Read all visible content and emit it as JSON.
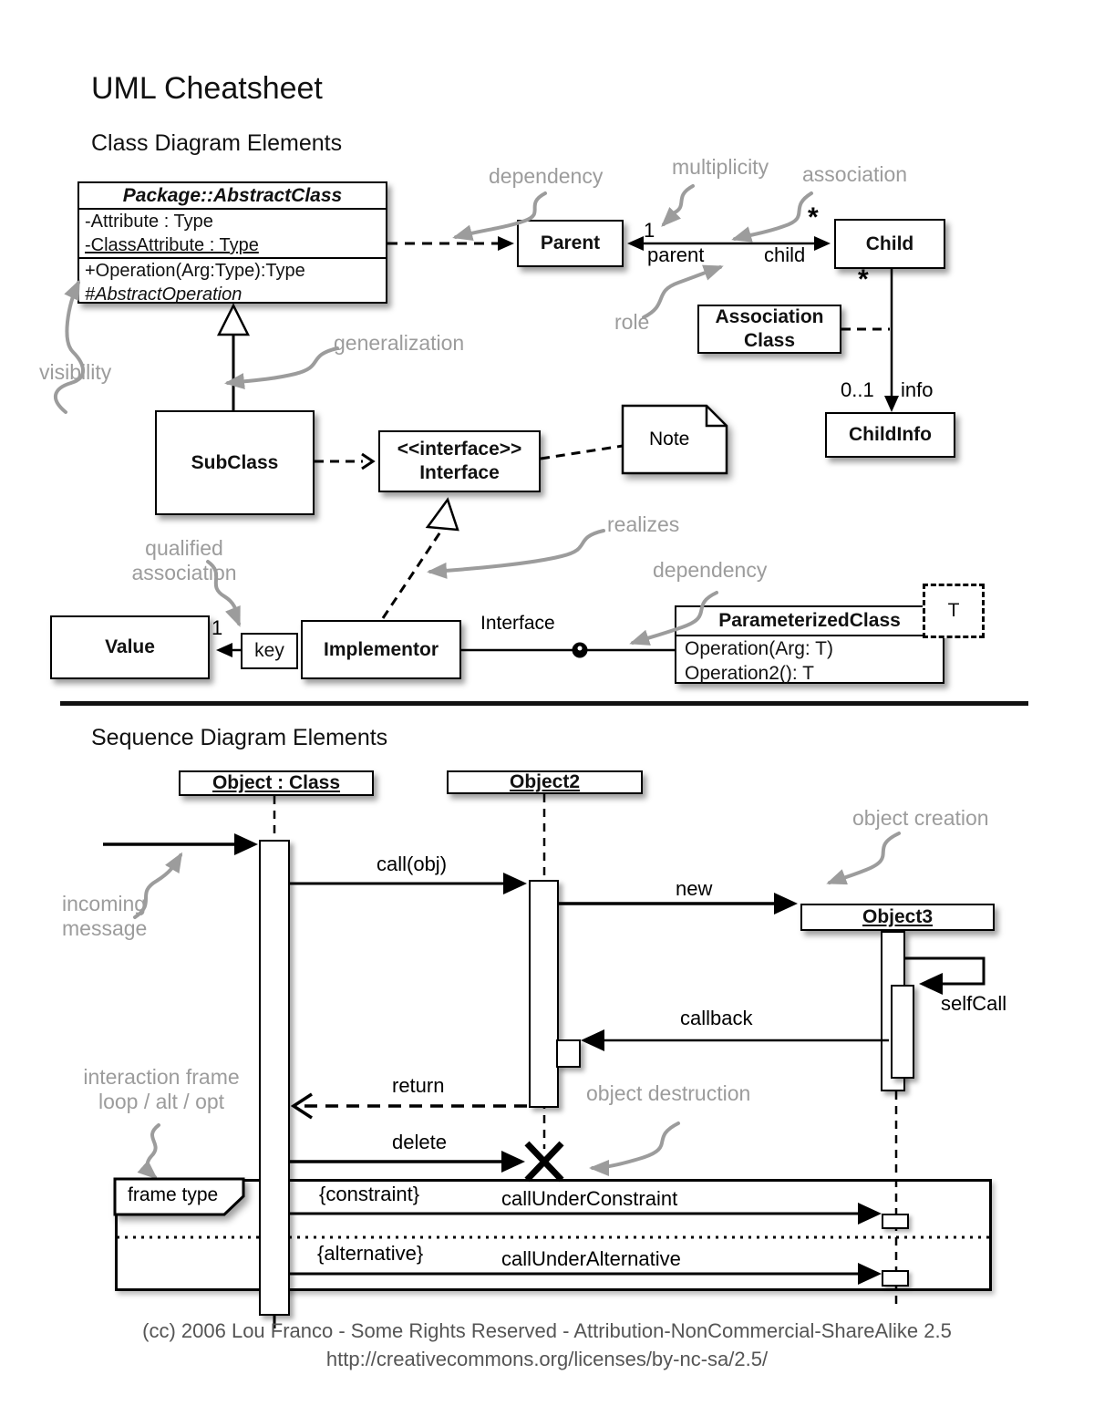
{
  "page": {
    "title": "UML Cheatsheet",
    "section1": "Class Diagram Elements",
    "section2": "Sequence Diagram Elements",
    "footer_line1": "(cc) 2006 Lou Franco - Some Rights Reserved - Attribution-NonCommercial-ShareAlike 2.5",
    "footer_line2": "http://creativecommons.org/licenses/by-nc-sa/2.5/"
  },
  "colors": {
    "ink": "#000000",
    "annotation_gray": "#9c9c9c",
    "footer_gray": "#555555",
    "background": "#ffffff"
  },
  "class_diagram": {
    "abstract_class": {
      "title": "Package::AbstractClass",
      "attr1": "-Attribute : Type",
      "attr2": "-ClassAttribute : Type",
      "op1": "+Operation(Arg:Type):Type",
      "op2": "#AbstractOperation"
    },
    "boxes": {
      "parent": "Parent",
      "child": "Child",
      "assoc_line1": "Association",
      "assoc_line2": "Class",
      "childinfo": "ChildInfo",
      "subclass": "SubClass",
      "iface_stereotype": "<<interface>>",
      "iface_name": "Interface",
      "note": "Note",
      "value": "Value",
      "key": "key",
      "implementor": "Implementor",
      "param_class": "ParameterizedClass",
      "param_op1": "Operation(Arg: T)",
      "param_op2": "Operation2(): T",
      "type_param": "T"
    },
    "multiplicities": {
      "one_top": "1",
      "star_top": "*",
      "star_child": "*",
      "zero_one": "0..1",
      "info": "info",
      "one_value": "1",
      "parent_role": "parent",
      "child_role": "child",
      "interface_label": "Interface"
    },
    "annotations": {
      "dependency_top": "dependency",
      "multiplicity": "multiplicity",
      "association": "association",
      "visibility": "visibility",
      "generalization": "generalization",
      "role": "role",
      "qualified_line1": "qualified",
      "qualified_line2": "association",
      "realizes": "realizes",
      "dependency_bottom": "dependency"
    }
  },
  "sequence_diagram": {
    "headers": {
      "obj1": "Object : Class",
      "obj2": "Object2",
      "obj3": "Object3"
    },
    "messages": {
      "call": "call(obj)",
      "new_msg": "new",
      "selfcall": "selfCall",
      "callback": "callback",
      "ret": "return",
      "del": "delete",
      "constraint": "{constraint}",
      "call_constraint": "callUnderConstraint",
      "alternative": "{alternative}",
      "call_alternative": "callUnderAlternative"
    },
    "annotations": {
      "incoming_line1": "incoming",
      "incoming_line2": "message",
      "object_creation": "object creation",
      "object_destruction": "object destruction",
      "frame_line1": "interaction frame",
      "frame_line2": "loop / alt / opt",
      "frame_type": "frame type"
    }
  }
}
